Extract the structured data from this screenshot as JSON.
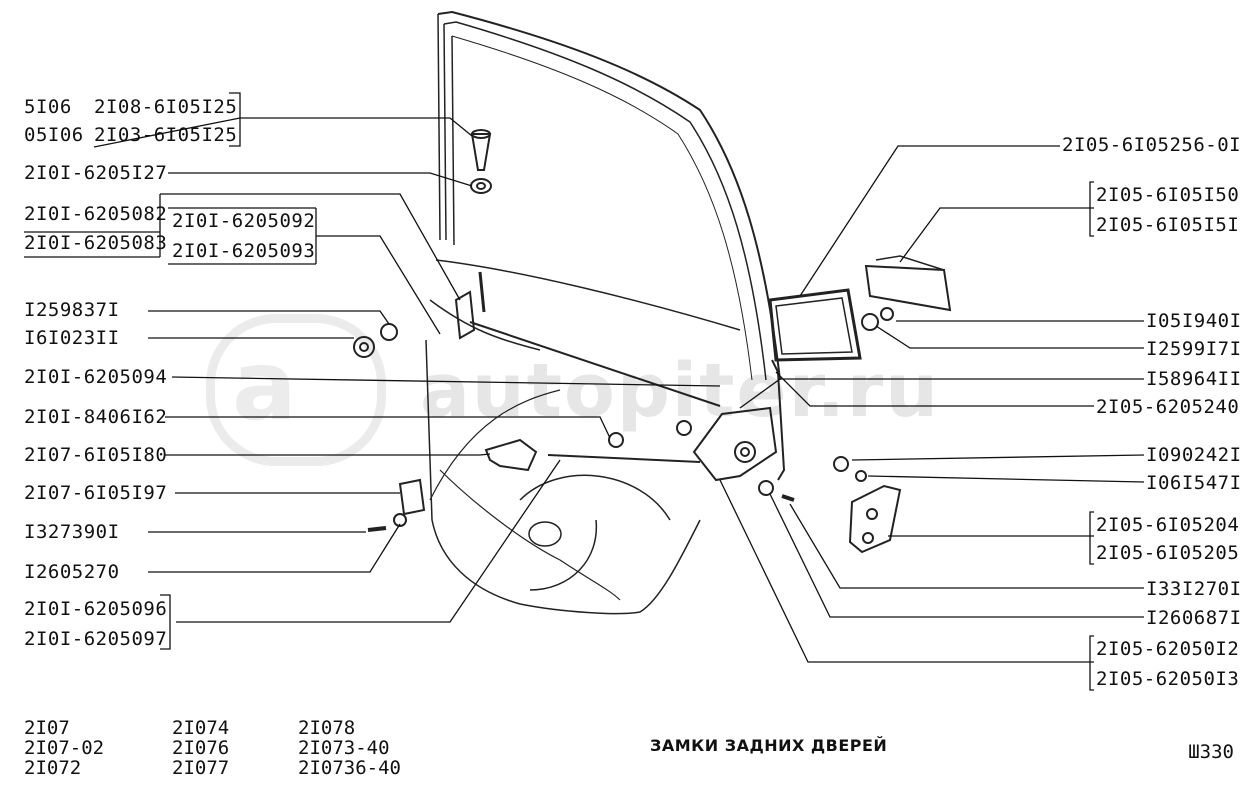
{
  "watermark": "autopiter.ru",
  "title": "ЗАМКИ ЗАДНИХ ДВЕРЕЙ",
  "page_number": "Ш330",
  "models": {
    "col1": [
      "2I07",
      "2I07-02",
      "2I072"
    ],
    "col2": [
      "2I074",
      "2I076",
      "2I077"
    ],
    "col3": [
      "2I078",
      "2I073-40",
      "2I0736-40"
    ]
  },
  "left_labels": {
    "bolt_a1": "5I06",
    "bolt_a2": "2I08-6I05I25",
    "bolt_b1": "05I06",
    "bolt_b2": "2I03-6I05I25",
    "washer": "2I0I-6205I27",
    "rod_1": "2I0I-6205082",
    "rod_2": "2I0I-6205083",
    "rod_3": "2I0I-6205092",
    "rod_4": "2I0I-6205093",
    "nut_small": "I259837I",
    "nut_cap": "I6I023II",
    "rod_5": "2I0I-6205094",
    "rod_6": "2I0I-8406I62",
    "inner_handle": "2I07-6I05I80",
    "trim": "2I07-6I05I97",
    "screw": "I327390I",
    "washer_2": "I2605270",
    "rod_7": "2I0I-6205096",
    "rod_8": "2I0I-6205097"
  },
  "right_labels": {
    "gasket": "2I05-6I05256-0I",
    "handle_1": "2I05-6I05I50",
    "handle_2": "2I05-6I05I5I",
    "nut_1": "I05I940I",
    "washer_3": "I2599I7I",
    "clip": "I58964II",
    "button": "2I05-6205240",
    "bolt_2": "I090242I",
    "washer_4": "I06I547I",
    "striker_1": "2I05-6I05204",
    "striker_2": "2I05-6I05205",
    "screw_2": "I33I270I",
    "washer_5": "I260687I",
    "lock_1": "2I05-62050I2",
    "lock_2": "2I05-62050I3"
  }
}
